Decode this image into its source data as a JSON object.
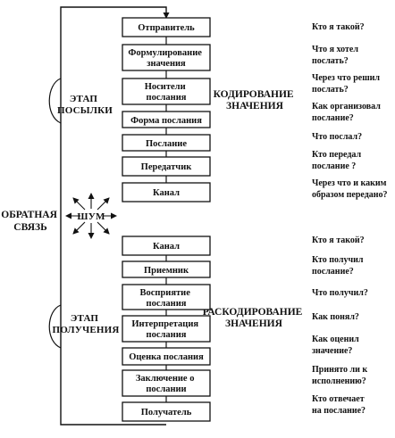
{
  "send_stage": {
    "label_lines": [
      "ЭТАП",
      "ПОСЫЛКИ"
    ],
    "encoding_lines": [
      "КОДИРОВАНИЕ",
      "ЗНАЧЕНИЯ"
    ],
    "boxes": [
      {
        "lines": [
          "Отправитель"
        ]
      },
      {
        "lines": [
          "Формулирование",
          "значения"
        ]
      },
      {
        "lines": [
          "Носители",
          "послания"
        ]
      },
      {
        "lines": [
          "Форма послания"
        ]
      },
      {
        "lines": [
          "Послание"
        ]
      },
      {
        "lines": [
          "Передатчик"
        ]
      },
      {
        "lines": [
          "Канал"
        ]
      }
    ],
    "questions": [
      {
        "lines": [
          "Кто я такой?"
        ]
      },
      {
        "lines": [
          "Что я хотел",
          "послать?"
        ]
      },
      {
        "lines": [
          "Через что решил",
          "послать?"
        ]
      },
      {
        "lines": [
          "Как организовал",
          "послание?"
        ]
      },
      {
        "lines": [
          "Что послал?"
        ]
      },
      {
        "lines": [
          "Кто передал",
          "послание ?"
        ]
      },
      {
        "lines": [
          "Через что и каким",
          "образом передано?"
        ]
      }
    ]
  },
  "feedback": {
    "lines": [
      "ОБРАТНАЯ",
      "СВЯЗЬ"
    ]
  },
  "noise": {
    "label": "ШУМ"
  },
  "receive_stage": {
    "label_lines": [
      "ЭТАП",
      "ПОЛУЧЕНИЯ"
    ],
    "decoding_lines": [
      "РАСКОДИРОВАНИЕ",
      "ЗНАЧЕНИЯ"
    ],
    "boxes": [
      {
        "lines": [
          "Канал"
        ]
      },
      {
        "lines": [
          "Приемник"
        ]
      },
      {
        "lines": [
          "Восприятие",
          "послания"
        ]
      },
      {
        "lines": [
          "Интерпретация",
          "послания"
        ]
      },
      {
        "lines": [
          "Оценка послания"
        ]
      },
      {
        "lines": [
          "Заключение о",
          "послании"
        ]
      },
      {
        "lines": [
          "Получатель"
        ]
      }
    ],
    "questions": [
      {
        "lines": [
          "Кто я такой?"
        ]
      },
      {
        "lines": [
          "Кто получил",
          "послание?"
        ]
      },
      {
        "lines": [
          "Что получил?"
        ]
      },
      {
        "lines": [
          "Как понял?"
        ]
      },
      {
        "lines": [
          "Как оценил",
          "значение?"
        ]
      },
      {
        "lines": [
          "Принято ли к",
          "исполнению?"
        ]
      },
      {
        "lines": [
          "Кто отвечает",
          "на послание?"
        ]
      }
    ]
  }
}
